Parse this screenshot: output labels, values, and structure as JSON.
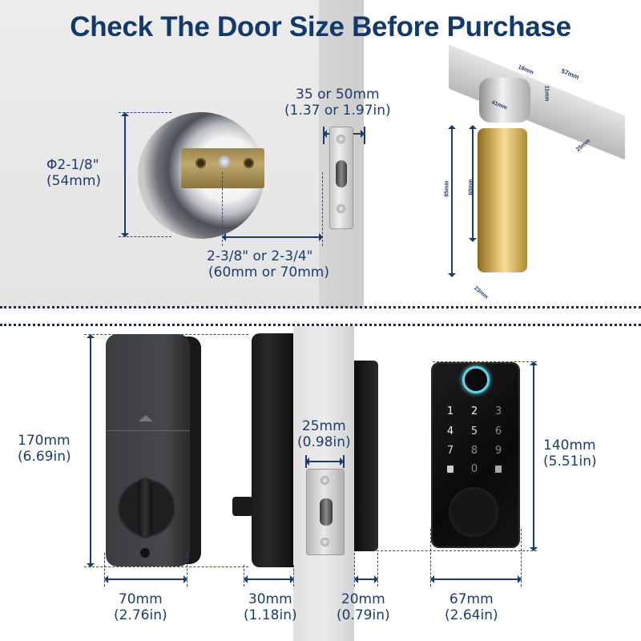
{
  "title": "Check The Door Size Before Purchase",
  "colors": {
    "title": "#13396b",
    "dimension_text": "#1d3c6e",
    "fingerprint_ring": "#5fd6e8"
  },
  "top_section": {
    "bore_diameter": {
      "line1": "Φ2-1/8\"",
      "line2": "(54mm)"
    },
    "backset": {
      "line1": "2-3/8\" or 2-3/4\"",
      "line2": "(60mm or 70mm)"
    },
    "door_thickness": {
      "line1": "35 or 50mm",
      "line2": "(1.37 or 1.97in)"
    },
    "latch_dimensions": {
      "faceplate_length": "57mm",
      "bolt_width": "18mm",
      "bolt_height": "11mm",
      "screw_spacing": "41mm",
      "faceplate_width": "25mm",
      "total_length": "85mm",
      "backset_length": "60mm",
      "body_width": "23mm"
    }
  },
  "bottom_section": {
    "back_panel_height": {
      "line1": "170mm",
      "line2": "(6.69in)"
    },
    "back_panel_width": {
      "line1": "70mm",
      "line2": "(2.76in)"
    },
    "back_panel_depth": {
      "line1": "30mm",
      "line2": "(1.18in)"
    },
    "strike_width": {
      "line1": "25mm",
      "line2": "(0.98in)"
    },
    "front_panel_depth": {
      "line1": "20mm",
      "line2": "(0.79in)"
    },
    "front_panel_width": {
      "line1": "67mm",
      "line2": "(2.64in)"
    },
    "front_panel_height": {
      "line1": "140mm",
      "line2": "(5.51in)"
    },
    "keypad": {
      "keys": [
        "1",
        "2",
        "3",
        "4",
        "5",
        "6",
        "7",
        "8",
        "9",
        "lock-icon",
        "0",
        "unlock-icon"
      ]
    }
  }
}
